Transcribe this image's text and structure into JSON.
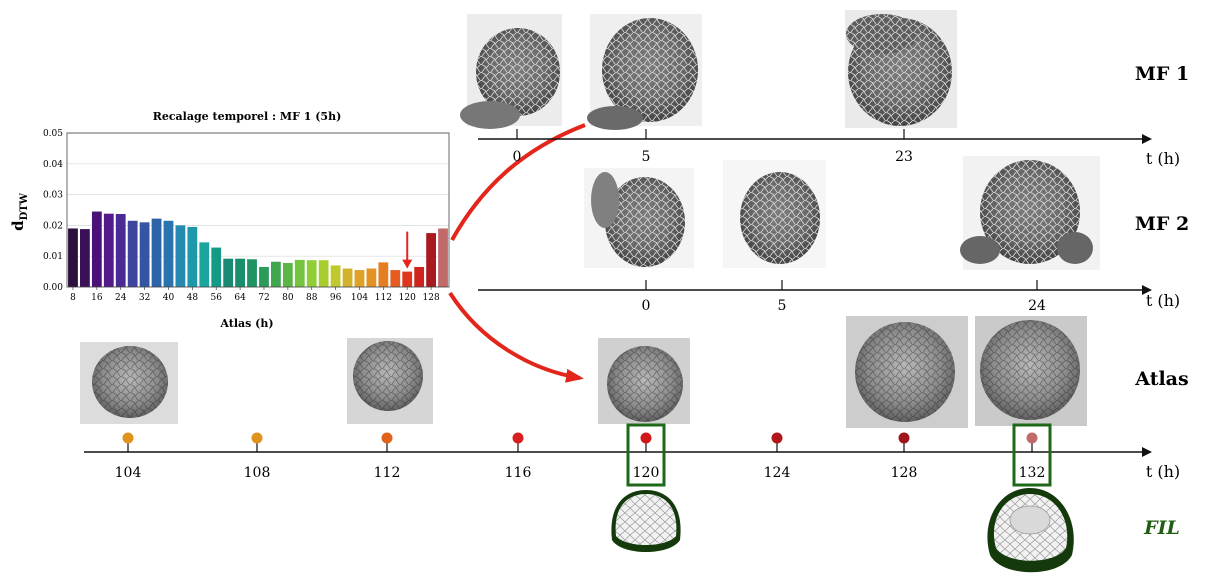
{
  "chart_data": {
    "type": "bar",
    "title": "Recalage temporel : MF 1 (5h)",
    "xlabel": "Atlas (h)",
    "ylabel_main": "d",
    "ylabel_sub": "DTW",
    "ylim": [
      0,
      0.05
    ],
    "yticks": [
      "0.00",
      "0.01",
      "0.02",
      "0.03",
      "0.04",
      "0.05"
    ],
    "xtick_labels": [
      "8",
      "16",
      "24",
      "32",
      "40",
      "48",
      "56",
      "64",
      "72",
      "80",
      "88",
      "96",
      "104",
      "112",
      "120",
      "128"
    ],
    "categories": [
      8,
      12,
      16,
      20,
      24,
      28,
      32,
      36,
      40,
      44,
      48,
      52,
      56,
      60,
      64,
      68,
      72,
      76,
      80,
      84,
      88,
      92,
      96,
      100,
      104,
      108,
      112,
      116,
      120,
      124,
      128,
      132
    ],
    "values": [
      0.019,
      0.0188,
      0.0245,
      0.0238,
      0.0237,
      0.0215,
      0.021,
      0.0222,
      0.0215,
      0.02,
      0.0195,
      0.0145,
      0.0128,
      0.0092,
      0.0092,
      0.009,
      0.0065,
      0.0082,
      0.0078,
      0.0088,
      0.0087,
      0.0087,
      0.007,
      0.006,
      0.0055,
      0.006,
      0.008,
      0.0055,
      0.005,
      0.0065,
      0.0175,
      0.019
    ],
    "colors": [
      "#2b0f3d",
      "#3a1157",
      "#4a1277",
      "#531a88",
      "#4a2a95",
      "#3f449e",
      "#3355a4",
      "#2c63a9",
      "#2a74ae",
      "#2589b0",
      "#1e99ab",
      "#1aa59e",
      "#159a86",
      "#1a8a74",
      "#198e6c",
      "#1e9463",
      "#2a9b58",
      "#40a64e",
      "#5ab545",
      "#74c43d",
      "#90ce37",
      "#a9cd31",
      "#c0c82d",
      "#d2b22a",
      "#dfa126",
      "#e49224",
      "#e57d23",
      "#e45c21",
      "#e1341d",
      "#cf241d",
      "#a81a20",
      "#c2696a"
    ],
    "grid": true,
    "arrow_at": 120
  },
  "labels": {
    "mf1": "MF 1",
    "mf2": "MF 2",
    "atlas": "Atlas",
    "fil": "FIL",
    "t_axis": "t (h)"
  },
  "mf1_ticks": [
    "0",
    "5",
    "23"
  ],
  "mf2_ticks": [
    "0",
    "5",
    "24"
  ],
  "atlas_ticks": [
    {
      "label": "104",
      "color": "#e0921d",
      "boxed": false
    },
    {
      "label": "108",
      "color": "#e0921d",
      "boxed": false
    },
    {
      "label": "112",
      "color": "#e0621d",
      "boxed": false
    },
    {
      "label": "116",
      "color": "#d81f1f",
      "boxed": false
    },
    {
      "label": "120",
      "color": "#d01a1a",
      "boxed": true
    },
    {
      "label": "124",
      "color": "#b0161a",
      "boxed": false
    },
    {
      "label": "128",
      "color": "#a0151a",
      "boxed": false
    },
    {
      "label": "132",
      "color": "#c06a6a",
      "boxed": true
    }
  ],
  "colors": {
    "arrow": "#e3261b",
    "box": "#1f6a1a",
    "fil": "#1f5d12"
  }
}
